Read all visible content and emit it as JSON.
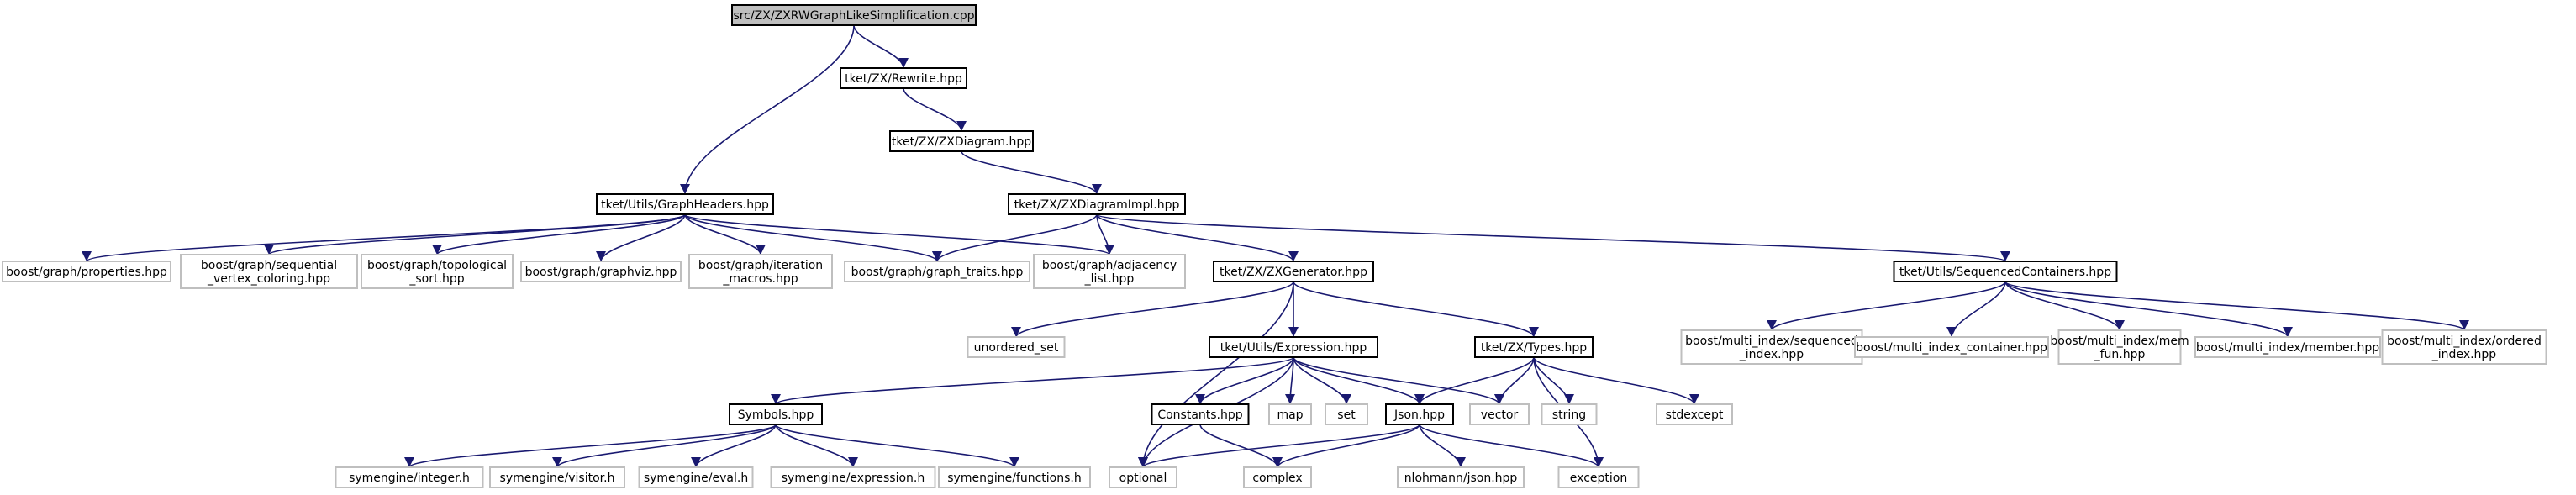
{
  "colors": {
    "edge": "#191970",
    "root_fill": "#bfbfbf",
    "root_border": "#000000",
    "internal_border": "#000000",
    "external_border": "#bfbfbf",
    "external_text": "#000000",
    "background": "#ffffff"
  },
  "graph": {
    "nodes": [
      {
        "id": "root",
        "kind": "root",
        "lines": [
          "src/ZX/ZXRWGraphLikeSimplification.cpp"
        ]
      },
      {
        "id": "rewrite",
        "kind": "internal",
        "lines": [
          "tket/ZX/Rewrite.hpp"
        ]
      },
      {
        "id": "zxdiagram",
        "kind": "internal",
        "lines": [
          "tket/ZX/ZXDiagram.hpp"
        ]
      },
      {
        "id": "zxdiagramimpl",
        "kind": "internal",
        "lines": [
          "tket/ZX/ZXDiagramImpl.hpp"
        ]
      },
      {
        "id": "graphheaders",
        "kind": "internal",
        "lines": [
          "tket/Utils/GraphHeaders.hpp"
        ]
      },
      {
        "id": "zxgenerator",
        "kind": "internal",
        "lines": [
          "tket/ZX/ZXGenerator.hpp"
        ]
      },
      {
        "id": "seqcontainers",
        "kind": "internal",
        "lines": [
          "tket/Utils/SequencedContainers.hpp"
        ]
      },
      {
        "id": "expression",
        "kind": "internal",
        "lines": [
          "tket/Utils/Expression.hpp"
        ]
      },
      {
        "id": "types",
        "kind": "internal",
        "lines": [
          "tket/ZX/Types.hpp"
        ]
      },
      {
        "id": "symbols",
        "kind": "internal",
        "lines": [
          "Symbols.hpp"
        ]
      },
      {
        "id": "constants",
        "kind": "internal",
        "lines": [
          "Constants.hpp"
        ]
      },
      {
        "id": "json",
        "kind": "internal",
        "lines": [
          "Json.hpp"
        ]
      },
      {
        "id": "bg_properties",
        "kind": "external",
        "lines": [
          "boost/graph/properties.hpp"
        ]
      },
      {
        "id": "bg_seqcolor",
        "kind": "external",
        "lines": [
          "boost/graph/sequential",
          "_vertex_coloring.hpp"
        ]
      },
      {
        "id": "bg_topo",
        "kind": "external",
        "lines": [
          "boost/graph/topological",
          "_sort.hpp"
        ]
      },
      {
        "id": "bg_graphviz",
        "kind": "external",
        "lines": [
          "boost/graph/graphviz.hpp"
        ]
      },
      {
        "id": "bg_iteration",
        "kind": "external",
        "lines": [
          "boost/graph/iteration",
          "_macros.hpp"
        ]
      },
      {
        "id": "bg_traits",
        "kind": "external",
        "lines": [
          "boost/graph/graph_traits.hpp"
        ]
      },
      {
        "id": "bg_adjacency",
        "kind": "external",
        "lines": [
          "boost/graph/adjacency",
          "_list.hpp"
        ]
      },
      {
        "id": "unordered_set",
        "kind": "external",
        "lines": [
          "unordered_set"
        ]
      },
      {
        "id": "bmi_seqindex",
        "kind": "external",
        "lines": [
          "boost/multi_index/sequenced",
          "_index.hpp"
        ]
      },
      {
        "id": "bmi_container",
        "kind": "external",
        "lines": [
          "boost/multi_index_container.hpp"
        ]
      },
      {
        "id": "bmi_memfun",
        "kind": "external",
        "lines": [
          "boost/multi_index/mem",
          "_fun.hpp"
        ]
      },
      {
        "id": "bmi_member",
        "kind": "external",
        "lines": [
          "boost/multi_index/member.hpp"
        ]
      },
      {
        "id": "bmi_ordered",
        "kind": "external",
        "lines": [
          "boost/multi_index/ordered",
          "_index.hpp"
        ]
      },
      {
        "id": "map",
        "kind": "external",
        "lines": [
          "map"
        ]
      },
      {
        "id": "set",
        "kind": "external",
        "lines": [
          "set"
        ]
      },
      {
        "id": "vector",
        "kind": "external",
        "lines": [
          "vector"
        ]
      },
      {
        "id": "string",
        "kind": "external",
        "lines": [
          "string"
        ]
      },
      {
        "id": "stdexcept",
        "kind": "external",
        "lines": [
          "stdexcept"
        ]
      },
      {
        "id": "sym_integer",
        "kind": "external",
        "lines": [
          "symengine/integer.h"
        ]
      },
      {
        "id": "sym_visitor",
        "kind": "external",
        "lines": [
          "symengine/visitor.h"
        ]
      },
      {
        "id": "sym_eval",
        "kind": "external",
        "lines": [
          "symengine/eval.h"
        ]
      },
      {
        "id": "sym_expression",
        "kind": "external",
        "lines": [
          "symengine/expression.h"
        ]
      },
      {
        "id": "sym_functions",
        "kind": "external",
        "lines": [
          "symengine/functions.h"
        ]
      },
      {
        "id": "optional",
        "kind": "external",
        "lines": [
          "optional"
        ]
      },
      {
        "id": "complex",
        "kind": "external",
        "lines": [
          "complex"
        ]
      },
      {
        "id": "nlohmann",
        "kind": "external",
        "lines": [
          "nlohmann/json.hpp"
        ]
      },
      {
        "id": "exception",
        "kind": "external",
        "lines": [
          "exception"
        ]
      }
    ],
    "edges": [
      [
        "root",
        "rewrite"
      ],
      [
        "root",
        "graphheaders"
      ],
      [
        "rewrite",
        "zxdiagram"
      ],
      [
        "zxdiagram",
        "zxdiagramimpl"
      ],
      [
        "graphheaders",
        "bg_properties"
      ],
      [
        "graphheaders",
        "bg_seqcolor"
      ],
      [
        "graphheaders",
        "bg_topo"
      ],
      [
        "graphheaders",
        "bg_graphviz"
      ],
      [
        "graphheaders",
        "bg_iteration"
      ],
      [
        "graphheaders",
        "bg_traits"
      ],
      [
        "graphheaders",
        "bg_adjacency"
      ],
      [
        "zxdiagramimpl",
        "bg_traits"
      ],
      [
        "zxdiagramimpl",
        "bg_adjacency"
      ],
      [
        "zxdiagramimpl",
        "zxgenerator"
      ],
      [
        "zxdiagramimpl",
        "seqcontainers"
      ],
      [
        "zxgenerator",
        "unordered_set"
      ],
      [
        "zxgenerator",
        "expression"
      ],
      [
        "zxgenerator",
        "types"
      ],
      [
        "zxgenerator",
        "optional"
      ],
      [
        "seqcontainers",
        "bmi_seqindex"
      ],
      [
        "seqcontainers",
        "bmi_container"
      ],
      [
        "seqcontainers",
        "bmi_memfun"
      ],
      [
        "seqcontainers",
        "bmi_member"
      ],
      [
        "seqcontainers",
        "bmi_ordered"
      ],
      [
        "expression",
        "symbols"
      ],
      [
        "expression",
        "constants"
      ],
      [
        "expression",
        "map"
      ],
      [
        "expression",
        "set"
      ],
      [
        "expression",
        "json"
      ],
      [
        "expression",
        "vector"
      ],
      [
        "expression",
        "optional"
      ],
      [
        "types",
        "json"
      ],
      [
        "types",
        "vector"
      ],
      [
        "types",
        "string"
      ],
      [
        "types",
        "stdexcept"
      ],
      [
        "types",
        "exception"
      ],
      [
        "symbols",
        "sym_integer"
      ],
      [
        "symbols",
        "sym_visitor"
      ],
      [
        "symbols",
        "sym_eval"
      ],
      [
        "symbols",
        "sym_expression"
      ],
      [
        "symbols",
        "sym_functions"
      ],
      [
        "constants",
        "complex"
      ],
      [
        "json",
        "optional"
      ],
      [
        "json",
        "complex"
      ],
      [
        "json",
        "nlohmann"
      ],
      [
        "json",
        "exception"
      ]
    ]
  }
}
